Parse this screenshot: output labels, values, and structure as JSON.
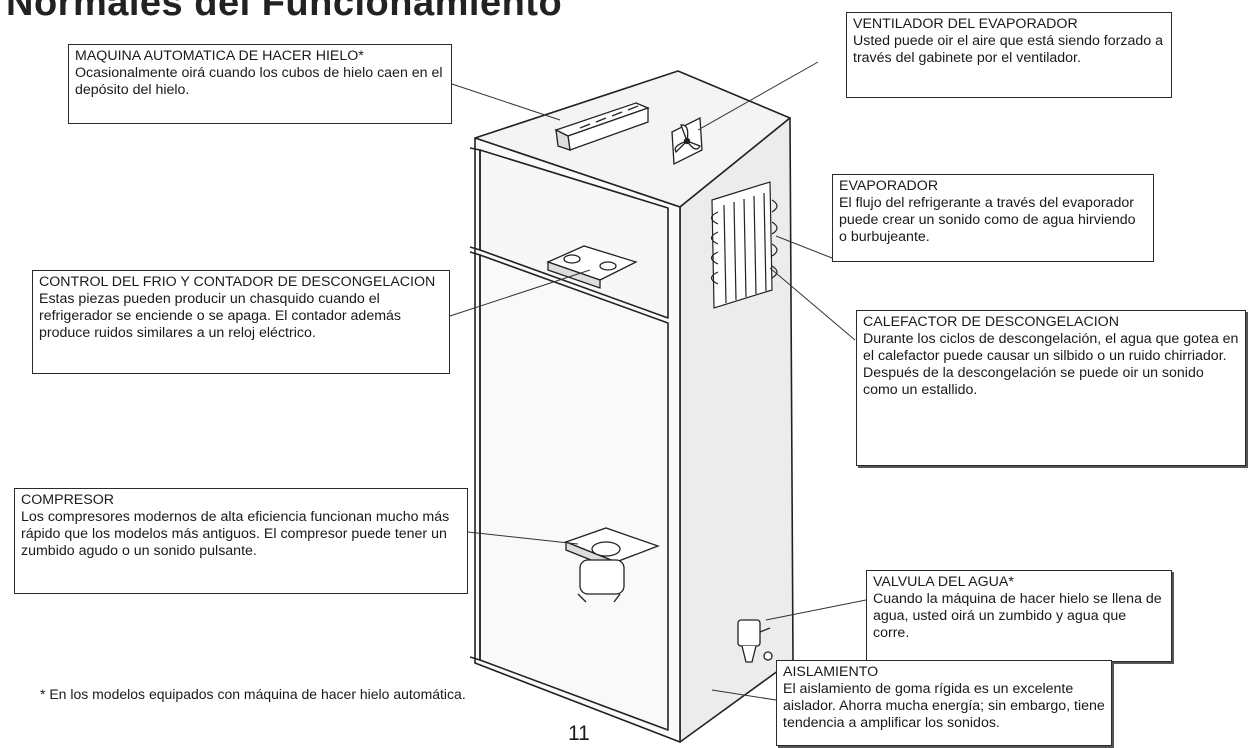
{
  "title": "Normales del Funcionamiento",
  "callouts": {
    "ice_maker": {
      "heading": "MAQUINA AUTOMATICA DE HACER HIELO*",
      "body": "Ocasionalmente oirá cuando los cubos de hielo caen en el depósito del hielo."
    },
    "evap_fan": {
      "heading": "VENTILADOR DEL EVAPORADOR",
      "body": "Usted puede oir el aire que está siendo forzado a través del gabinete por el ventilador."
    },
    "evaporator": {
      "heading": "EVAPORADOR",
      "body": "El flujo del refrigerante a través del evaporador puede crear un sonido como de agua hirviendo o burbujeante."
    },
    "cold_control": {
      "heading": "CONTROL DEL FRIO Y CONTADOR DE DESCONGELACION",
      "body": "Estas piezas pueden producir un chasquido cuando el refrigerador se enciende o se apaga. El contador además produce ruidos similares a un reloj eléctrico."
    },
    "defrost_heater": {
      "heading": "CALEFACTOR DE DESCONGELACION",
      "body": "Durante los ciclos de descongelación, el agua que gotea en el calefactor puede causar un silbido o un ruido chirriador. Después de la descongelación se puede oir un sonido como un estallido."
    },
    "compressor": {
      "heading": "COMPRESOR",
      "body": "Los compresores modernos de alta eficiencia funcionan mucho más rápido que los modelos más antiguos. El compresor puede tener un zumbido agudo o un sonido pulsante."
    },
    "water_valve": {
      "heading": "VALVULA DEL AGUA*",
      "body": "Cuando la máquina de hacer hielo se llena de agua, usted oirá un zumbido y agua que corre."
    },
    "insulation": {
      "heading": "AISLAMIENTO",
      "body": "El aislamiento de goma rígida es un excelente aislador. Ahorra mucha energía; sin embargo, tiene tendencia a amplificar los sonidos."
    }
  },
  "footnote": "* En los modelos equipados con máquina de hacer hielo automática.",
  "page_number": "11"
}
